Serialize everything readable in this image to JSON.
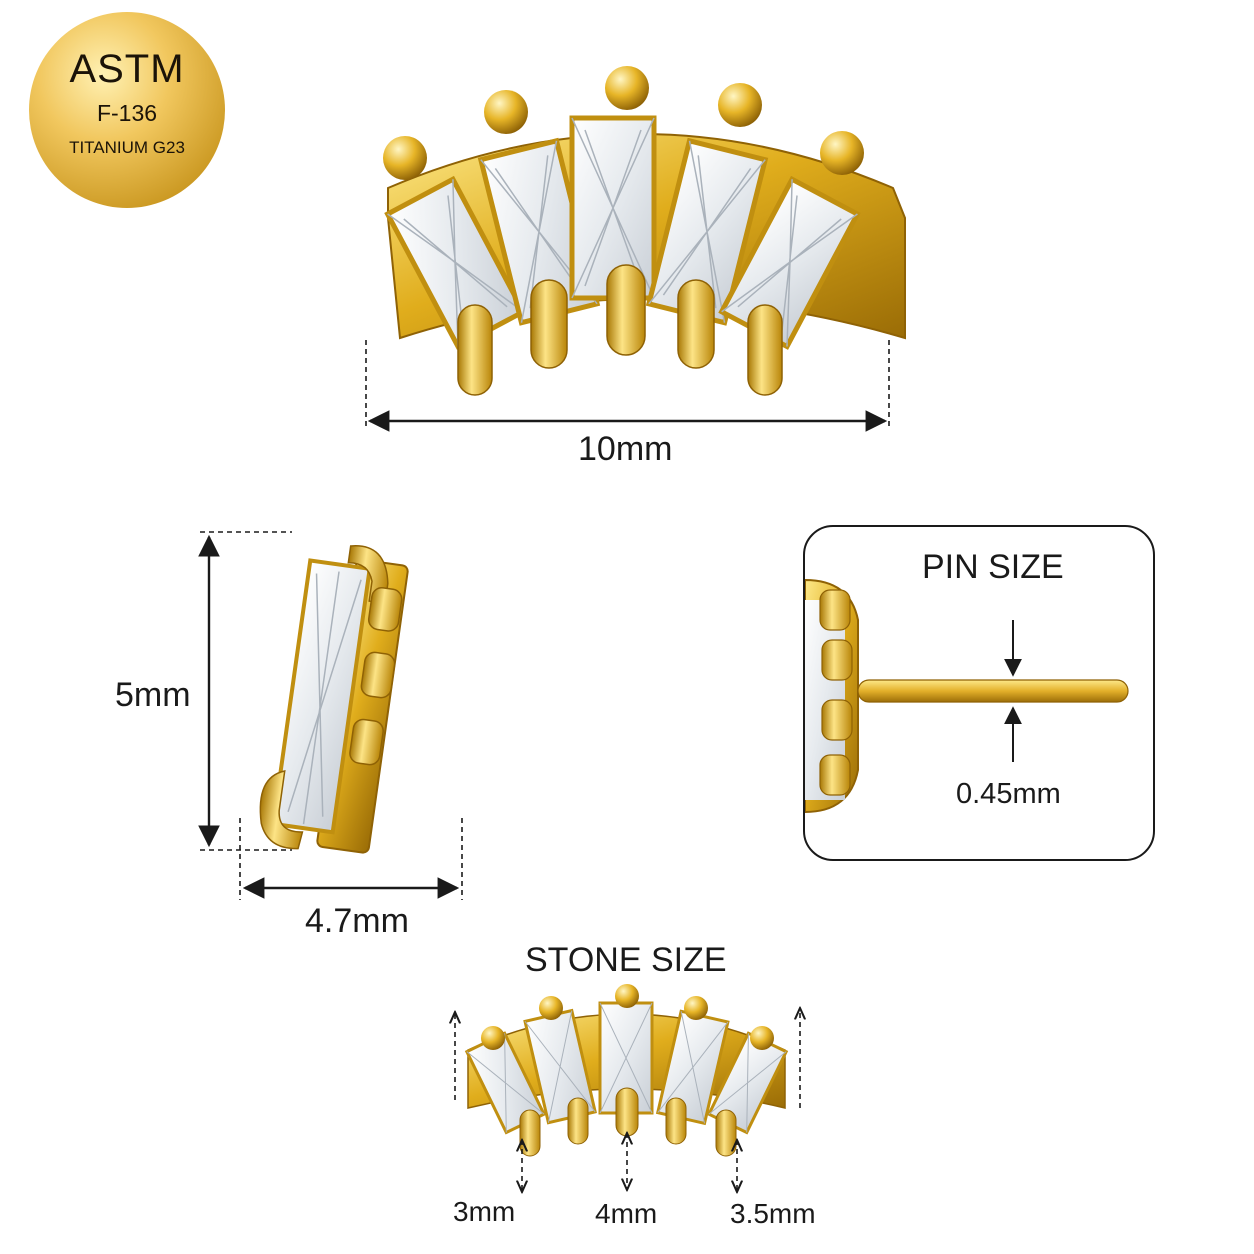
{
  "badge": {
    "line1": "ASTM",
    "line2": "F-136",
    "line3": "TITANIUM G23"
  },
  "dimensions": {
    "width": "10mm",
    "height": "5mm",
    "depth": "4.7mm"
  },
  "pin": {
    "title": "PIN SIZE",
    "gauge": "0.45mm"
  },
  "stone": {
    "title": "STONE SIZE",
    "sizes": [
      "3mm",
      "4mm",
      "3.5mm"
    ]
  },
  "colors": {
    "gold": "#e0ad1c",
    "gold_dark": "#9a6c06",
    "gold_light": "#fde98a",
    "stone": "#eef1f4",
    "line": "#1a1a1a"
  }
}
